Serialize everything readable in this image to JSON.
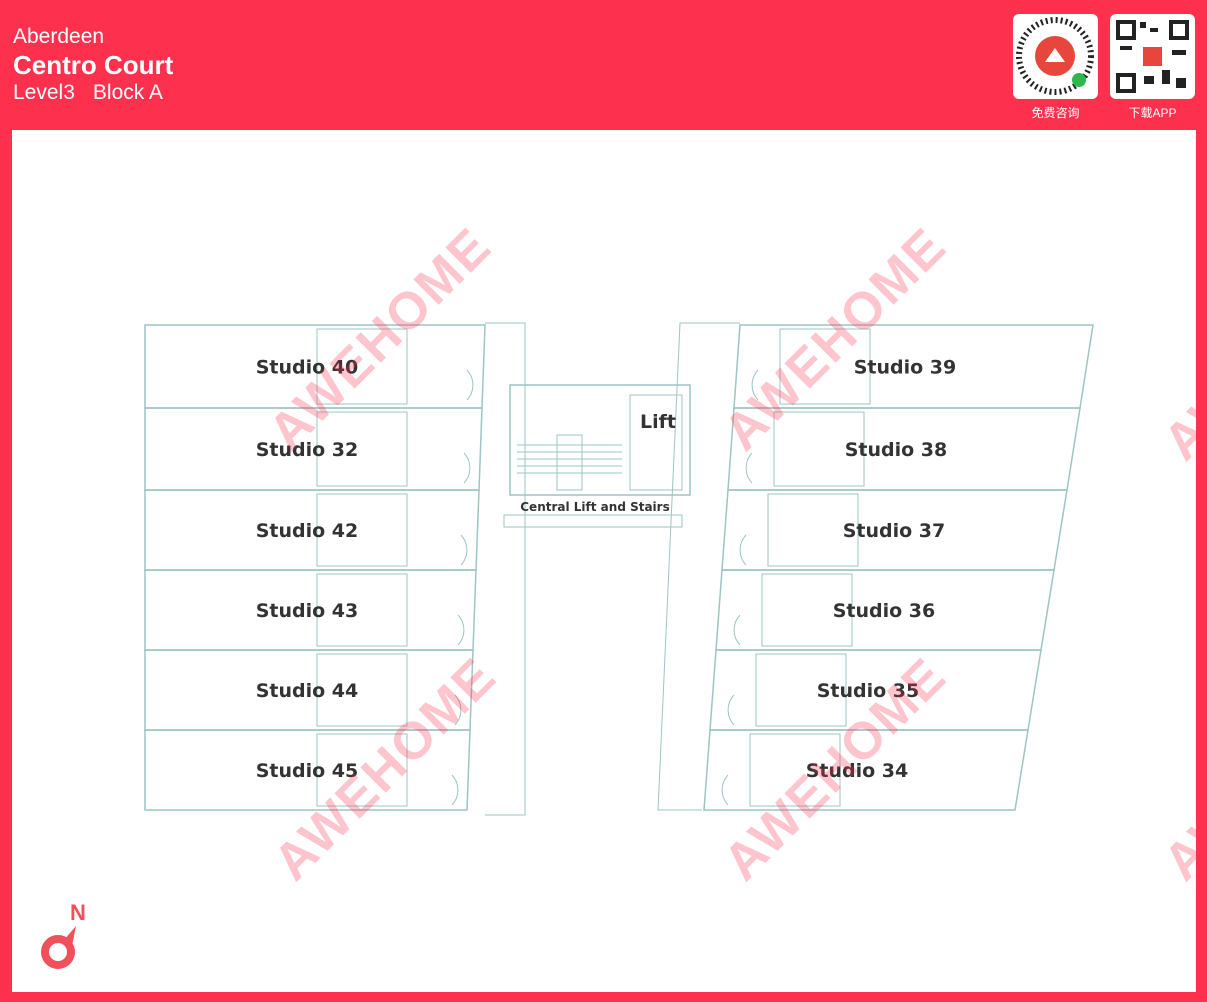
{
  "header": {
    "city": "Aberdeen",
    "property": "Centro Court",
    "level": "Level3",
    "block": "Block A"
  },
  "qr_codes": [
    {
      "label": "免费咨询",
      "icon": "mini-program-qr-icon"
    },
    {
      "label": "下载APP",
      "icon": "app-qr-icon"
    }
  ],
  "floorplan": {
    "left_studios": [
      "Studio 40",
      "Studio 32",
      "Studio 42",
      "Studio 43",
      "Studio 44",
      "Studio 45"
    ],
    "right_studios": [
      "Studio 39",
      "Studio 38",
      "Studio 37",
      "Studio 36",
      "Studio 35",
      "Studio 34"
    ],
    "core_label": "Central Lift and Stairs",
    "lift_label": "Lift"
  },
  "watermark": "AWEHOME",
  "compass": {
    "label": "N"
  },
  "colors": {
    "brand": "#fd304e",
    "plan_line": "#9fc4c4"
  }
}
